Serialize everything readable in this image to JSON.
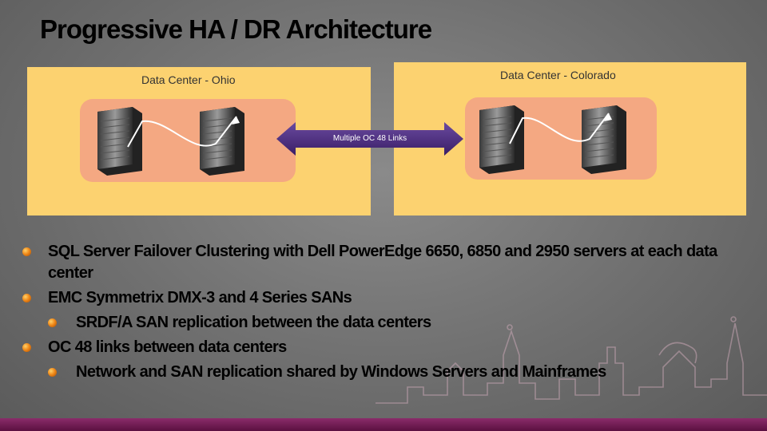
{
  "slide": {
    "title": "Progressive HA / DR Architecture"
  },
  "diagram": {
    "data_centers": [
      {
        "label": "Data Center - Ohio"
      },
      {
        "label": "Data Center - Colorado"
      }
    ],
    "link_label": "Multiple OC 48 Links",
    "colors": {
      "data_center_fill": "#fcd270",
      "cluster_fill": "#f4a882",
      "link_arrow": "#4a2a7a"
    }
  },
  "bullets": [
    {
      "level": 1,
      "text": "SQL Server Failover Clustering with Dell PowerEdge 6650, 6850 and 2950 servers at each data center"
    },
    {
      "level": 1,
      "text": "EMC Symmetrix DMX-3 and 4 Series SANs"
    },
    {
      "level": 2,
      "text": "SRDF/A SAN replication between the data centers"
    },
    {
      "level": 1,
      "text": "OC 48 links between data centers"
    },
    {
      "level": 2,
      "text": "Network and SAN replication shared by Windows Servers and Mainframes"
    }
  ]
}
